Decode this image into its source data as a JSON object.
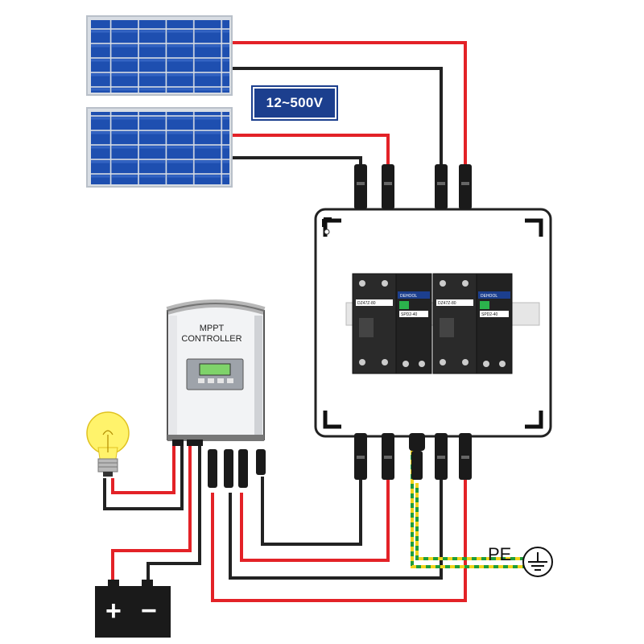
{
  "voltage_range": "12~500V",
  "controller": {
    "line1": "MPPT",
    "line2": "CONTROLLER"
  },
  "ground_label": "PE",
  "battery": {
    "plus": "+",
    "minus": "−"
  },
  "modules": [
    {
      "brand": "DEHOOL",
      "model": "DZ47Z-80"
    },
    {
      "brand": "DEHOOL",
      "model": "SPD2-40"
    },
    {
      "brand": "DEHOOL",
      "model": "DZ47Z-80"
    },
    {
      "brand": "DEHOOL",
      "model": "SPD2-40"
    }
  ],
  "colors": {
    "positive_wire": "#e32227",
    "negative_wire": "#222222",
    "ground_wire_a": "#1f9d3a",
    "ground_wire_b": "#f2d41c",
    "voltage_badge": "#1c3f8e",
    "solar_cell": "#1e4fb0"
  },
  "icons": [
    "solar-panel-icon",
    "light-bulb-icon",
    "battery-icon",
    "ground-symbol-icon",
    "mc4-connector-icon",
    "circuit-breaker-icon",
    "surge-protector-icon"
  ]
}
